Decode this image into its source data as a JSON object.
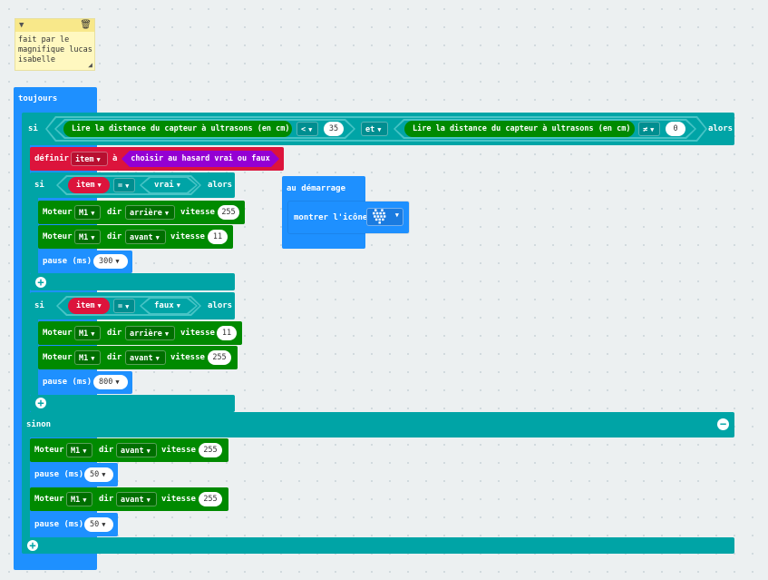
{
  "comment": {
    "lines": "fait par le\nmagnifique lucas\nisabelle",
    "collapse_icon": "triangle-down-icon",
    "delete_icon": "trash-icon",
    "resize_icon": "resize-handle-icon"
  },
  "forever": {
    "label": "toujours",
    "if_block": {
      "si": "si",
      "alors": "alors",
      "et": "et",
      "sensor_label": "Lire la distance du capteur à ultrasons (en cm)",
      "left_compare": {
        "op": "<",
        "value": "35"
      },
      "right_compare": {
        "op": "≠",
        "value": "0"
      },
      "set_var": {
        "label": "définir",
        "var": "item",
        "to": "à",
        "random": "choisir au hasard vrai ou faux"
      },
      "inner_if_1": {
        "si": "si",
        "var": "item",
        "op": "=",
        "bool": "vrai",
        "alors": "alors",
        "motors": [
          {
            "label": "Moteur",
            "motor": "M1",
            "dir_label": "dir",
            "dir": "arrière",
            "speed_label": "vitesse",
            "speed": "255"
          },
          {
            "label": "Moteur",
            "motor": "M1",
            "dir_label": "dir",
            "dir": "avant",
            "speed_label": "vitesse",
            "speed": "11"
          }
        ],
        "pause": {
          "label": "pause (ms)",
          "value": "300"
        }
      },
      "inner_if_2": {
        "si": "si",
        "var": "item",
        "op": "=",
        "bool": "faux",
        "alors": "alors",
        "motors": [
          {
            "label": "Moteur",
            "motor": "M1",
            "dir_label": "dir",
            "dir": "arrière",
            "speed_label": "vitesse",
            "speed": "11"
          },
          {
            "label": "Moteur",
            "motor": "M1",
            "dir_label": "dir",
            "dir": "avant",
            "speed_label": "vitesse",
            "speed": "255"
          }
        ],
        "pause": {
          "label": "pause (ms)",
          "value": "800"
        }
      },
      "else_label": "sinon",
      "else_body": {
        "motor1": {
          "label": "Moteur",
          "motor": "M1",
          "dir_label": "dir",
          "dir": "avant",
          "speed_label": "vitesse",
          "speed": "255"
        },
        "pause1": {
          "label": "pause (ms)",
          "value": "50"
        },
        "motor2": {
          "label": "Moteur",
          "motor": "M1",
          "dir_label": "dir",
          "dir": "avant",
          "speed_label": "vitesse",
          "speed": "255"
        },
        "pause2": {
          "label": "pause (ms)",
          "value": "50"
        }
      }
    }
  },
  "on_start": {
    "label": "au démarrage",
    "show_icon": {
      "label": "montrer l'icône",
      "icon": "heart-icon"
    }
  },
  "colors": {
    "loops_blue": "#1e90ff",
    "logic_teal": "#00a4a6",
    "motor_green": "#008a00",
    "variable_red": "#dc143c",
    "math_purple": "#9400d3"
  }
}
